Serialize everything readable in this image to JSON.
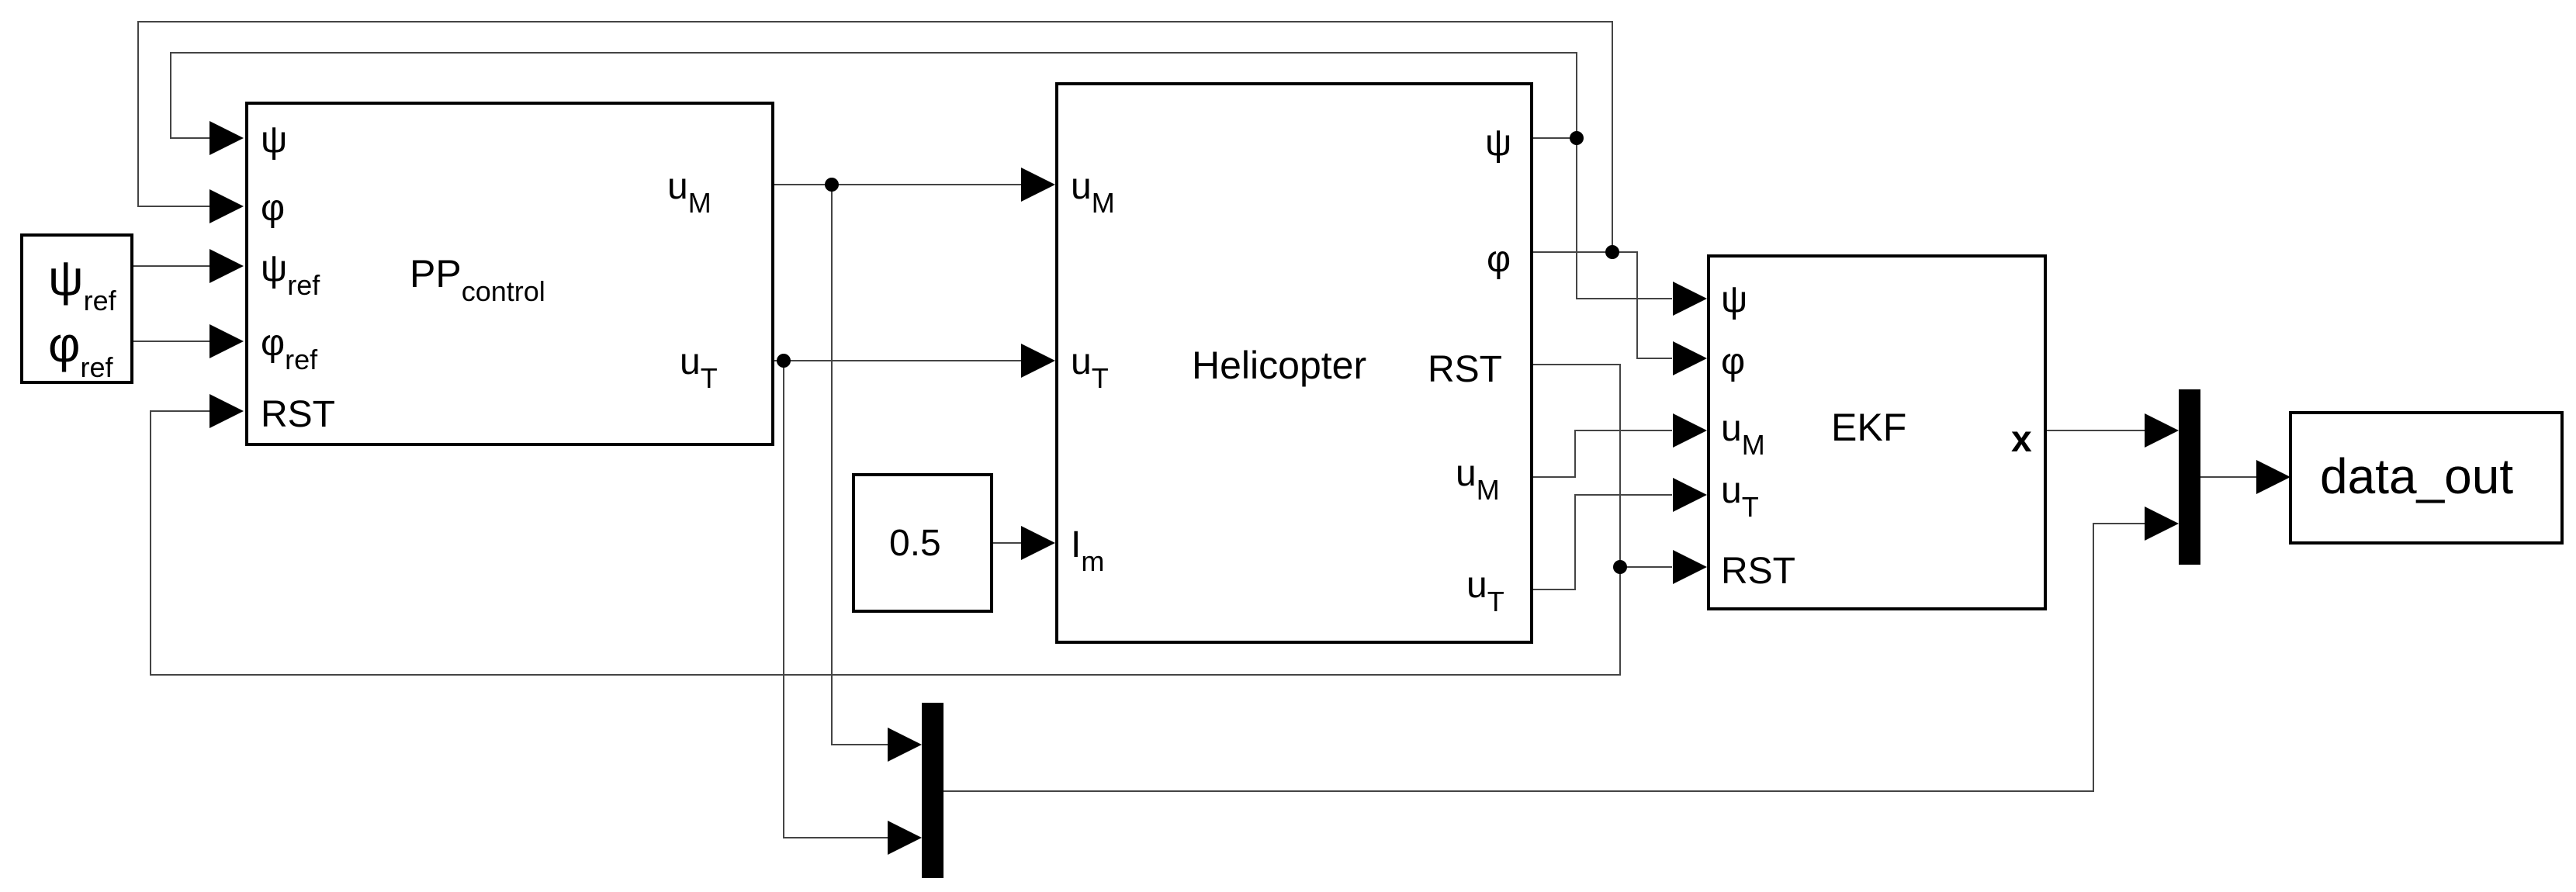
{
  "source": {
    "line1": "ψ",
    "line1_sub": "ref",
    "line2": "φ",
    "line2_sub": "ref"
  },
  "pp_control": {
    "title": "PP",
    "title_sub": "control",
    "inputs": [
      {
        "label": "ψ",
        "sub": ""
      },
      {
        "label": "φ",
        "sub": ""
      },
      {
        "label": "ψ",
        "sub": "ref"
      },
      {
        "label": "φ",
        "sub": "ref"
      },
      {
        "label": "RST",
        "sub": ""
      }
    ],
    "outputs": [
      {
        "label": "u",
        "sub": "M"
      },
      {
        "label": "u",
        "sub": "T"
      }
    ]
  },
  "constant": {
    "value": "0.5"
  },
  "helicopter": {
    "title": "Helicopter",
    "inputs": [
      {
        "label": "u",
        "sub": "M"
      },
      {
        "label": "u",
        "sub": "T"
      },
      {
        "label": "I",
        "sub": "m"
      }
    ],
    "outputs": [
      {
        "label": "ψ",
        "sub": ""
      },
      {
        "label": "φ",
        "sub": ""
      },
      {
        "label": "RST",
        "sub": ""
      },
      {
        "label": "u",
        "sub": "M"
      },
      {
        "label": "u",
        "sub": "T"
      }
    ]
  },
  "ekf": {
    "title": "EKF",
    "inputs": [
      {
        "label": "ψ",
        "sub": ""
      },
      {
        "label": "φ",
        "sub": ""
      },
      {
        "label": "u",
        "sub": "M"
      },
      {
        "label": "u",
        "sub": "T"
      },
      {
        "label": "RST",
        "sub": ""
      }
    ],
    "output": "x"
  },
  "sink": {
    "label": "data_out"
  }
}
